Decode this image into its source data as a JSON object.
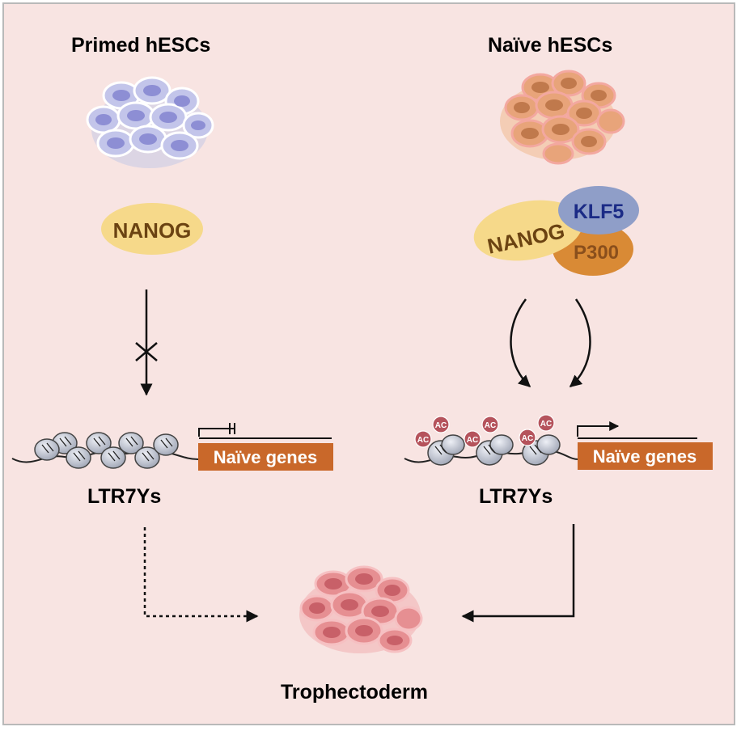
{
  "titles": {
    "left": "Primed hESCs",
    "right": "Naïve hESCs"
  },
  "proteins": {
    "nanog": "NANOG",
    "klf5": "KLF5",
    "p300": "P300"
  },
  "genes": {
    "left": "Naïve genes",
    "right": "Naïve genes"
  },
  "locus": {
    "left": "LTR7Ys",
    "right": "LTR7Ys"
  },
  "acetyl_mark": "AC",
  "outcome": "Trophectoderm",
  "colors": {
    "background": "#f8e4e2",
    "primed_cells": "#8d8ed4",
    "naive_cells": "#d88a5a",
    "trophectoderm_cells": "#d9787f",
    "nanog": "#f6d98a",
    "klf5": "#8f9ec8",
    "p300": "#d98a35",
    "gene_box": "#c9682a",
    "acetyl": "#b5535c"
  }
}
